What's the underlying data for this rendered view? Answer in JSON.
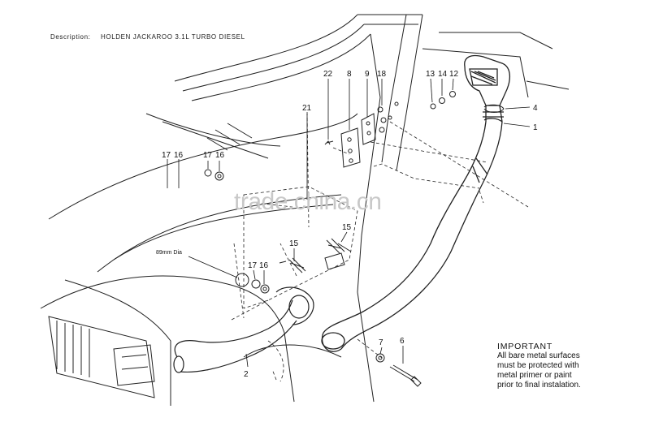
{
  "header": {
    "description_label": "Description:",
    "description_value": "HOLDEN JACKAROO  3.1L TURBO DIESEL"
  },
  "callouts": {
    "c22": "22",
    "c8": "8",
    "c9": "9",
    "c18": "18",
    "c13": "13",
    "c14": "14",
    "c12": "12",
    "c4": "4",
    "c1": "1",
    "c21": "21",
    "c17a": "17",
    "c16a": "16",
    "c17b": "17",
    "c16b": "16",
    "c15a": "15",
    "c15b": "15",
    "c17c": "17",
    "c16c": "16",
    "c7": "7",
    "c6": "6",
    "c2": "2"
  },
  "dia_label": "89mm Dia",
  "watermark": "trade.china.cn",
  "note": {
    "title": "IMPORTANT",
    "body": "All bare metal surfaces\nmust be protected with\nmetal primer or paint\nprior to final instalation."
  }
}
